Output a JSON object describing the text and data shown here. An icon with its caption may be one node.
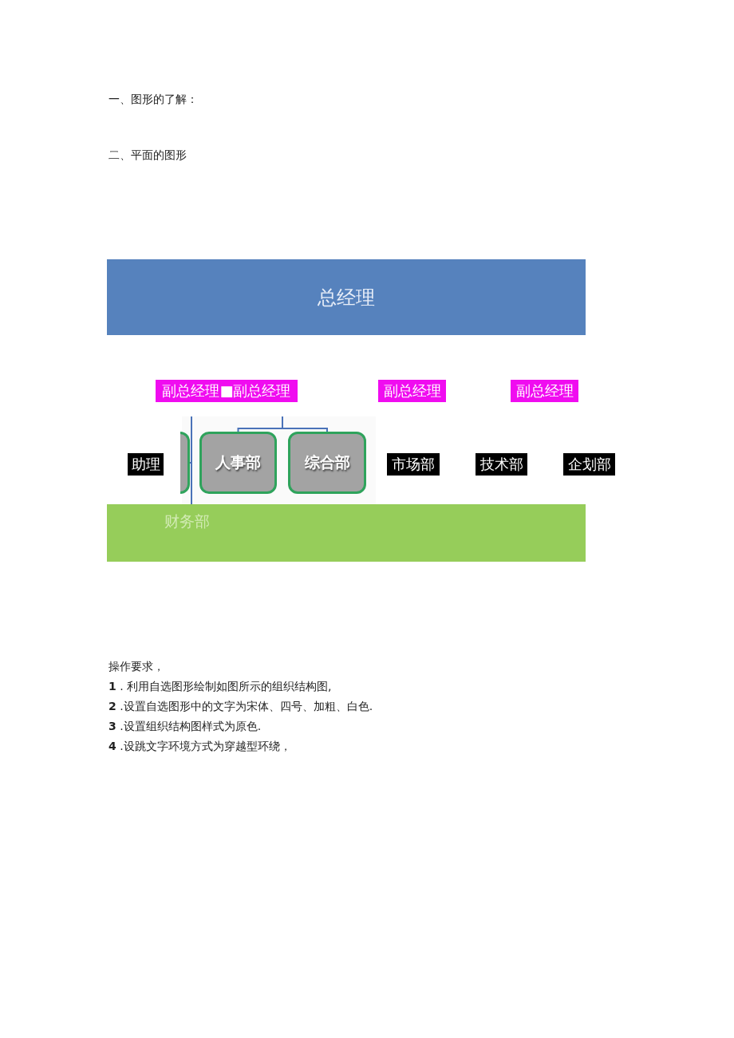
{
  "diagram": {
    "nodes": [
      {
        "text": [
          "总经理"
        ]
      },
      {
        "text": [
          "副总经理■副总经理"
        ]
      },
      {
        "text": [
          "副总经理"
        ]
      },
      {
        "text": [
          "副总经理"
        ]
      },
      {
        "text": [
          "助理"
        ]
      },
      {
        "text": [],
        "shape": "box"
      },
      {
        "text": [
          "人事部"
        ]
      },
      {
        "text": [
          "综合部"
        ]
      },
      {
        "text": [
          "市场部"
        ]
      },
      {
        "text": [
          "技术部"
        ]
      },
      {
        "text": [
          "企划部"
        ]
      },
      {
        "text": [
          "财务部"
        ]
      }
    ],
    "edges": [
      {
        "from": null,
        "to": 5,
        "arrow": "none"
      },
      {
        "from": null,
        "to": 6,
        "arrow": "none"
      },
      {
        "from": null,
        "to": 7,
        "arrow": "none"
      }
    ],
    "labels": [
      "一、图形的了解：",
      "二、平面的图形",
      "操作要求，",
      "**1**  . 利用自选图形绘制如图所示的组织结构图,",
      "**2**  .设置自选图形中的文字为宋体、四号、加粗、白色.",
      "**3**  .设置组织结构图样式为原色.",
      "**4**  .设跳文字环境方式为穿越型环绕，"
    ]
  }
}
